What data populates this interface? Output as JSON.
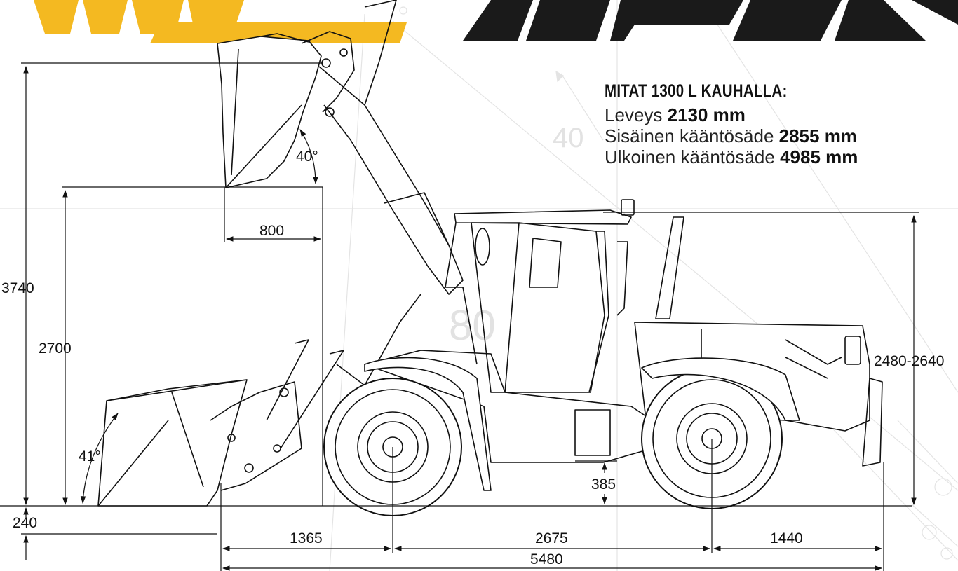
{
  "spec": {
    "heading": "MITAT 1300 L KAUHALLA:",
    "rows": [
      {
        "label": "Leveys",
        "value": "2130 mm"
      },
      {
        "label": "Sisäinen kääntösäde",
        "value": "2855 mm"
      },
      {
        "label": "Ulkoinen kääntösäde",
        "value": "4985 mm"
      }
    ]
  },
  "dimensions": {
    "total_height": "3740",
    "hinge_height": "2700",
    "reach": "800",
    "dump_angle": "40°",
    "rollback_angle": "41°",
    "dig_depth": "240",
    "cab_height": "2480-2640",
    "ground_clearance": "385",
    "front_overhang": "1365",
    "wheelbase": "2675",
    "rear_overhang": "1440",
    "total_length": "5480"
  },
  "colors": {
    "accent": "#f4b921",
    "logo_dark": "#1a1a1a",
    "line": "#111111"
  }
}
